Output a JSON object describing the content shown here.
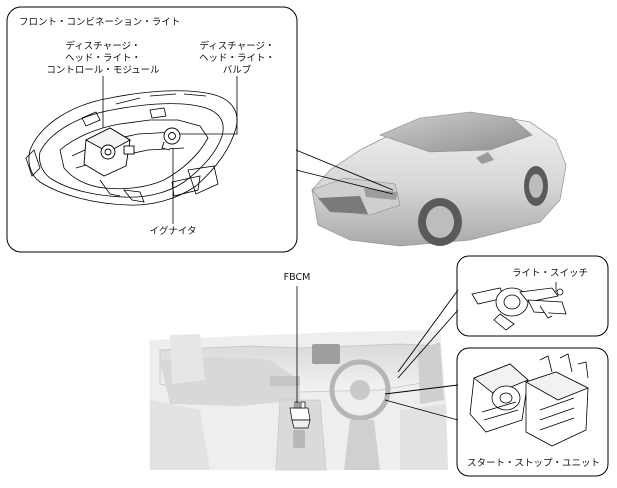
{
  "headlamp_panel": {
    "title": "フロント・コンビネーション・ライト",
    "control_module": [
      "ディスチャージ・",
      "ヘッド・ライト・",
      "コントロール・モジュール"
    ],
    "bulb": [
      "ディスチャージ・",
      "ヘッド・ライト・",
      "バルブ"
    ],
    "igniter": "イグナイタ"
  },
  "interior": {
    "fbcm": "FBCM",
    "light_switch": "ライト・スイッチ",
    "start_stop_unit": "スタート・ストップ・ユニット"
  },
  "colors": {
    "line": "#000000",
    "car_light": "#e8e8e8",
    "car_mid": "#bdbdbd",
    "car_dark": "#6a6a6a"
  }
}
